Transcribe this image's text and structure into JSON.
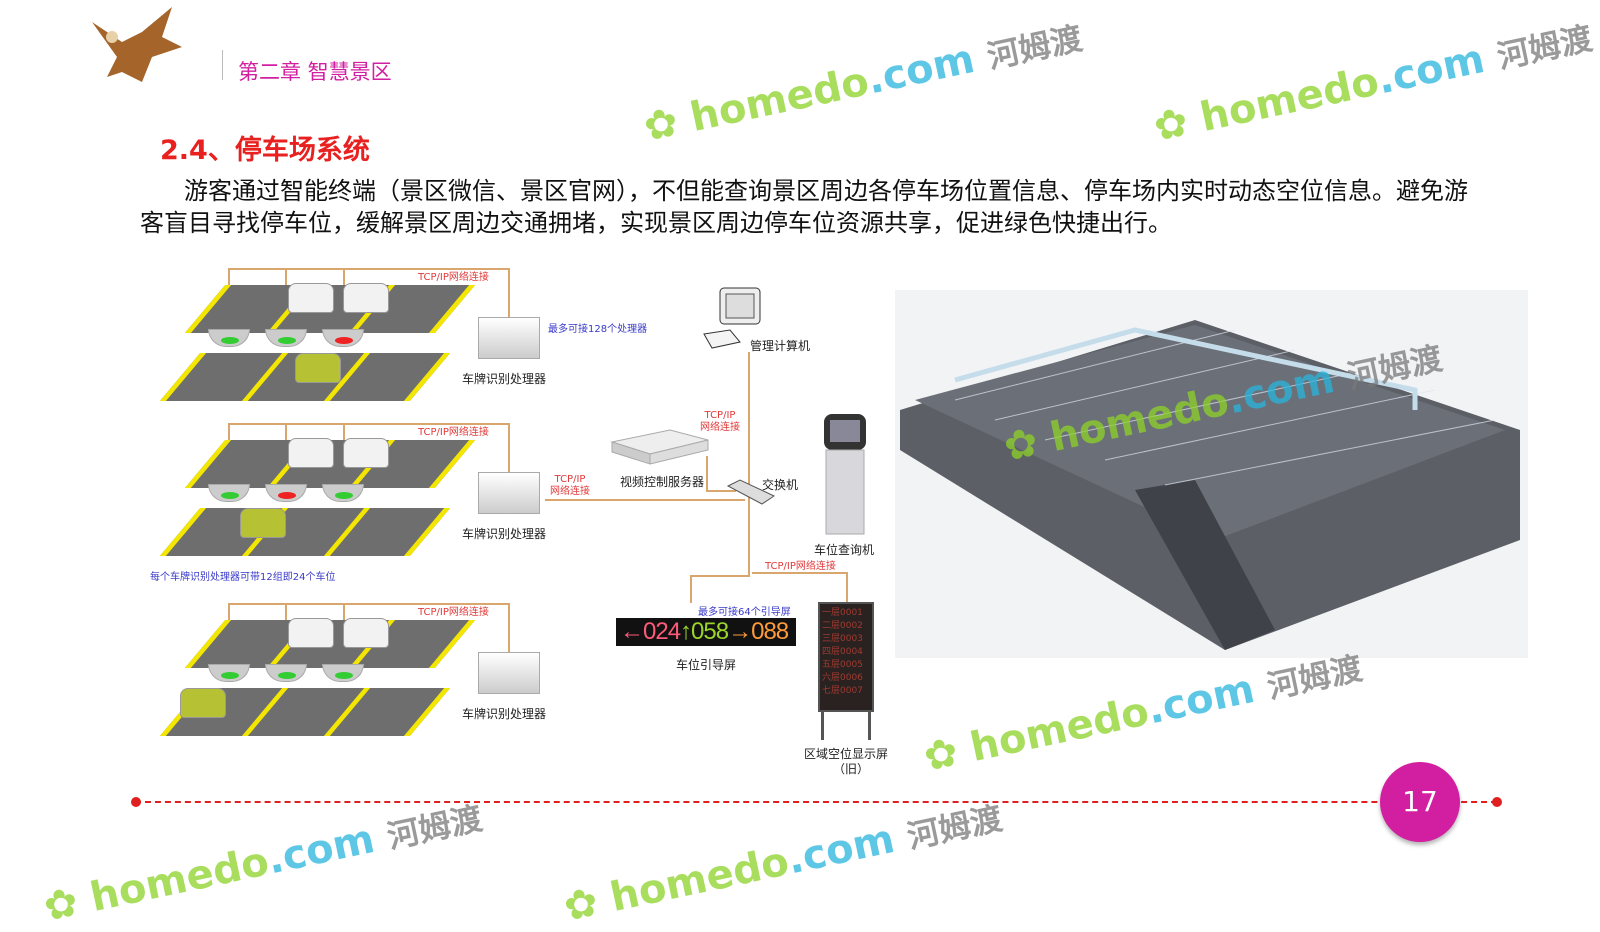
{
  "header": {
    "chapter": "第二章  智慧景区"
  },
  "section": {
    "title": "2.4、停车场系统",
    "body": "游客通过智能终端（景区微信、景区官网），不但能查询景区周边各停车场位置信息、停车场内实时动态空位信息。避免游客盲目寻找停车位，缓解景区周边交通拥堵，实现景区周边停车位资源共享，促进绿色快捷出行。"
  },
  "diagram": {
    "tcp_full": "TCP/IP网络连接",
    "tcp_short_1": "TCP/IP",
    "tcp_short_2": "网络连接",
    "processor": "车牌识别处理器",
    "max_processors": "最多可接128个处理器",
    "per_processor": "每个车牌识别处理器可带12组即24个车位",
    "computer": "管理计算机",
    "video_server": "视频控制服务器",
    "switch": "交换机",
    "kiosk": "车位查询机",
    "max_screens": "最多可接64个引导屏",
    "guide_screen": {
      "label": "车位引导屏",
      "left": "024",
      "up": "058",
      "right": "088"
    },
    "zone_display": {
      "label": "区域空位显示屏",
      "sub": "（旧）",
      "rows": [
        "一层0001",
        "二层0002",
        "三层0003",
        "四层0004",
        "五层0005",
        "六层0006",
        "七层0007"
      ]
    }
  },
  "footer": {
    "page": "17"
  },
  "watermark": {
    "brand": "homedo",
    "domain": ".com",
    "cn": "河姆渡"
  },
  "colors": {
    "accent": "#d21ea0",
    "title": "#e8201f",
    "dash": "#e02020"
  }
}
